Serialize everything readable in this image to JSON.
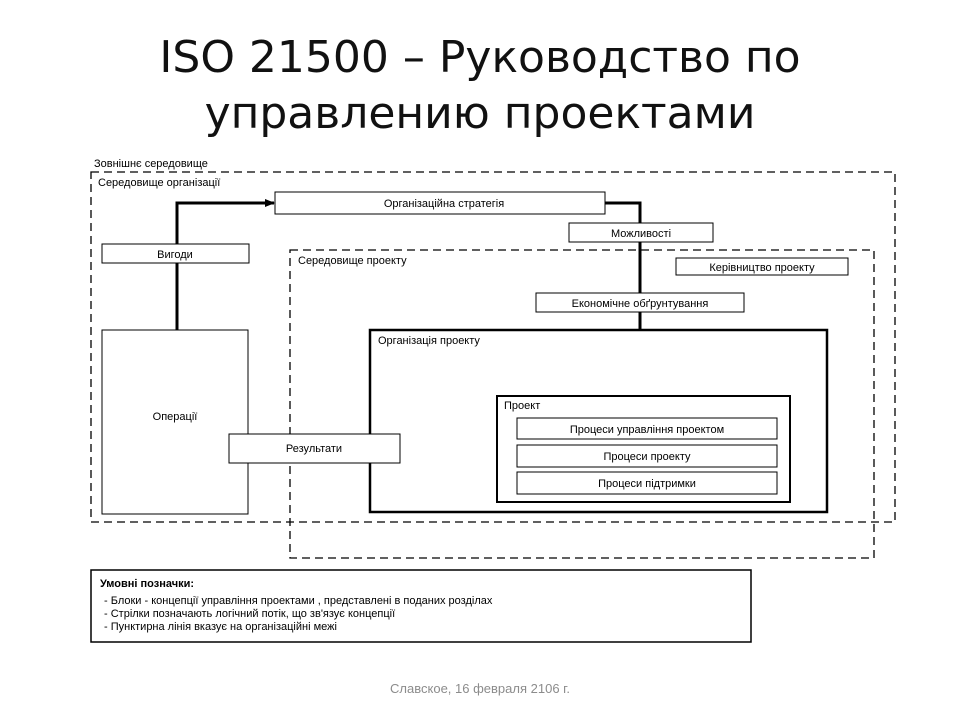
{
  "slide": {
    "title_line1": "ISO 21500 – Руководство по",
    "title_line2": "управлению проектами",
    "footer": "Славское, 16 февраля 2106 г."
  },
  "diagram": {
    "outer_environment": "Зовнішнє середовище",
    "org_environment": "Середовище організації",
    "org_strategy": "Організаційна стратегія",
    "opportunities": "Можливості",
    "benefits": "Вигоди",
    "project_environment": "Середовище проекту",
    "project_governance": "Керівництво проекту",
    "business_case": "Економічне обґрунтування",
    "project_organization": "Організація проекту",
    "operations": "Операції",
    "deliverables": "Результати",
    "project": "Проект",
    "pm_processes": "Процеси управління проектом",
    "project_processes": "Процеси проекту",
    "support_processes": "Процеси підтримки"
  },
  "legend": {
    "title": "Умовні позначки:",
    "items": [
      "- Блоки -  концепції управління проектами , представлені в поданих розділах",
      "- Стрілки позначають логічний потік, що зв'язує концепції",
      "- Пунктирна лінія вказує на організаційні межі"
    ]
  }
}
